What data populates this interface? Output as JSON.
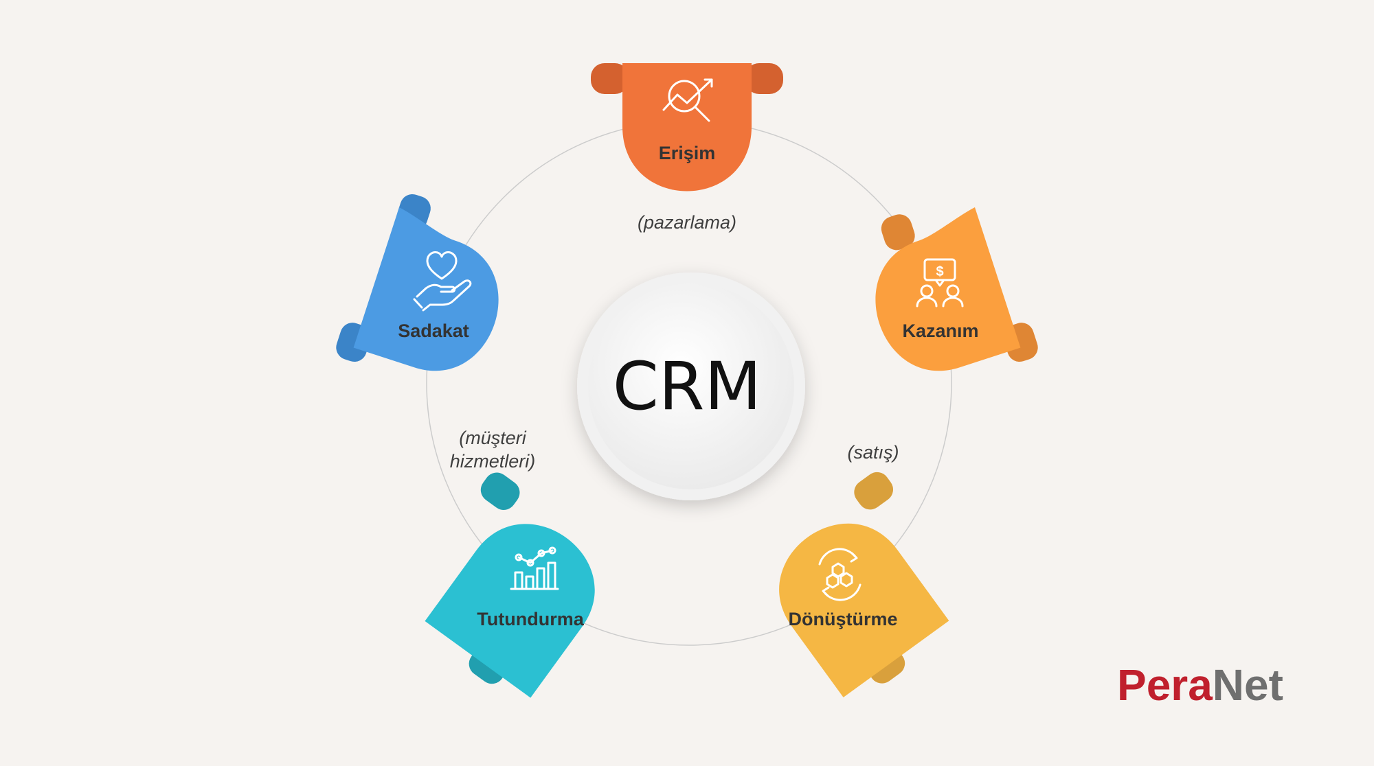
{
  "diagram": {
    "center": {
      "label": "CRM"
    },
    "stages": [
      {
        "label": "Erişim",
        "icon": "trend-search-icon",
        "color": "#f0743a",
        "fold_color": "#d4612f"
      },
      {
        "label": "Kazanım",
        "icon": "dollar-meeting-icon",
        "color": "#fb9f3e",
        "fold_color": "#df8634"
      },
      {
        "label": "Dönüştürme",
        "icon": "conversion-cycle-icon",
        "color": "#f5b744",
        "fold_color": "#d9a03c"
      },
      {
        "label": "Tutundurma",
        "icon": "growth-bars-icon",
        "color": "#2bc0d2",
        "fold_color": "#219faf"
      },
      {
        "label": "Sadakat",
        "icon": "heart-hand-icon",
        "color": "#4c9be3",
        "fold_color": "#3b84c8"
      }
    ],
    "edge_notes": {
      "marketing": "(pazarlama)",
      "sales": "(satış)",
      "service_line1": "(müşteri",
      "service_line2": "hizmetleri)"
    }
  },
  "brand": {
    "part1": "Pera",
    "part2": "Net",
    "color1": "#c0202d",
    "color2": "#6f6f6f"
  }
}
